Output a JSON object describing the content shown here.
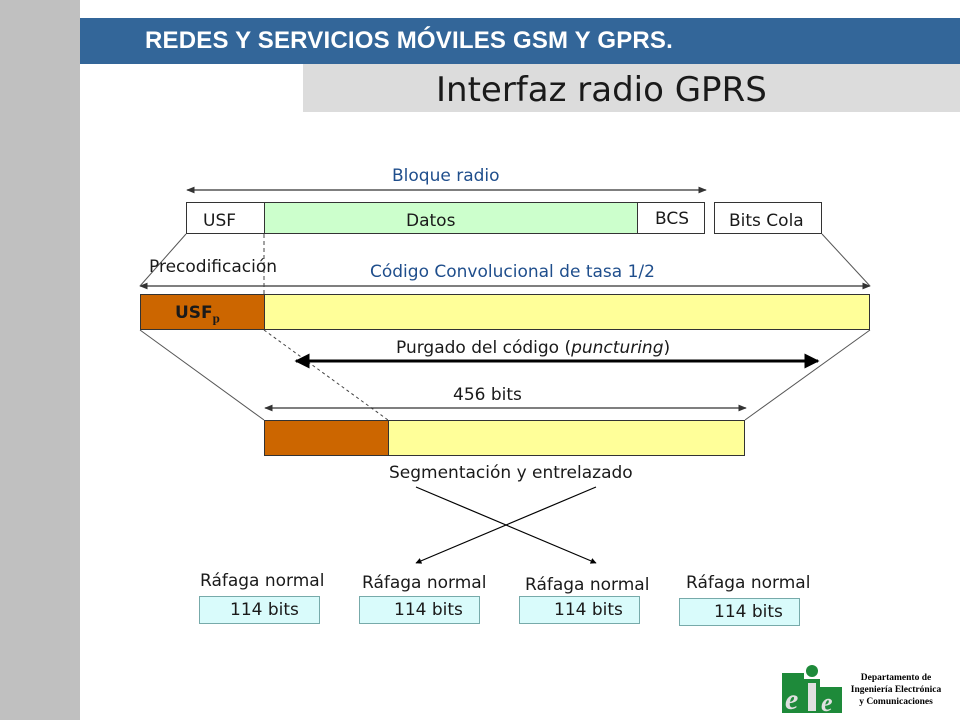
{
  "header": {
    "title": "REDES Y SERVICIOS MÓVILES GSM Y GPRS.",
    "subtitle": "Interfaz radio GPRS"
  },
  "diagram": {
    "bloque_radio": "Bloque radio",
    "usf": "USF",
    "datos": "Datos",
    "bcs": "BCS",
    "bits_cola": "Bits Cola",
    "precodificacion": "Precodificación",
    "codigo": "Código Convolucional de tasa 1/2",
    "usfp_base": "USF",
    "usfp_sub": "p",
    "purgado_pre": "Purgado del código (",
    "purgado_em": "puncturing",
    "purgado_post": ")",
    "bits_456": "456 bits",
    "segmentacion": "Segmentación y entrelazado",
    "bursts": [
      {
        "label": "Ráfaga normal",
        "value": "114 bits"
      },
      {
        "label": "Ráfaga normal",
        "value": "114 bits"
      },
      {
        "label": "Ráfaga normal",
        "value": "114 bits"
      },
      {
        "label": "Ráfaga normal",
        "value": "114 bits"
      }
    ]
  },
  "footer": {
    "dept_line1": "Departamento de",
    "dept_line2": "Ingeniería Electrónica",
    "dept_line3": "y Comunicaciones"
  },
  "colors": {
    "banner": "#336699",
    "datos_fill": "#ccffcc",
    "coded_fill": "#ffff99",
    "usfp_fill": "#cc6600",
    "burst_fill": "#d9fbfb"
  }
}
